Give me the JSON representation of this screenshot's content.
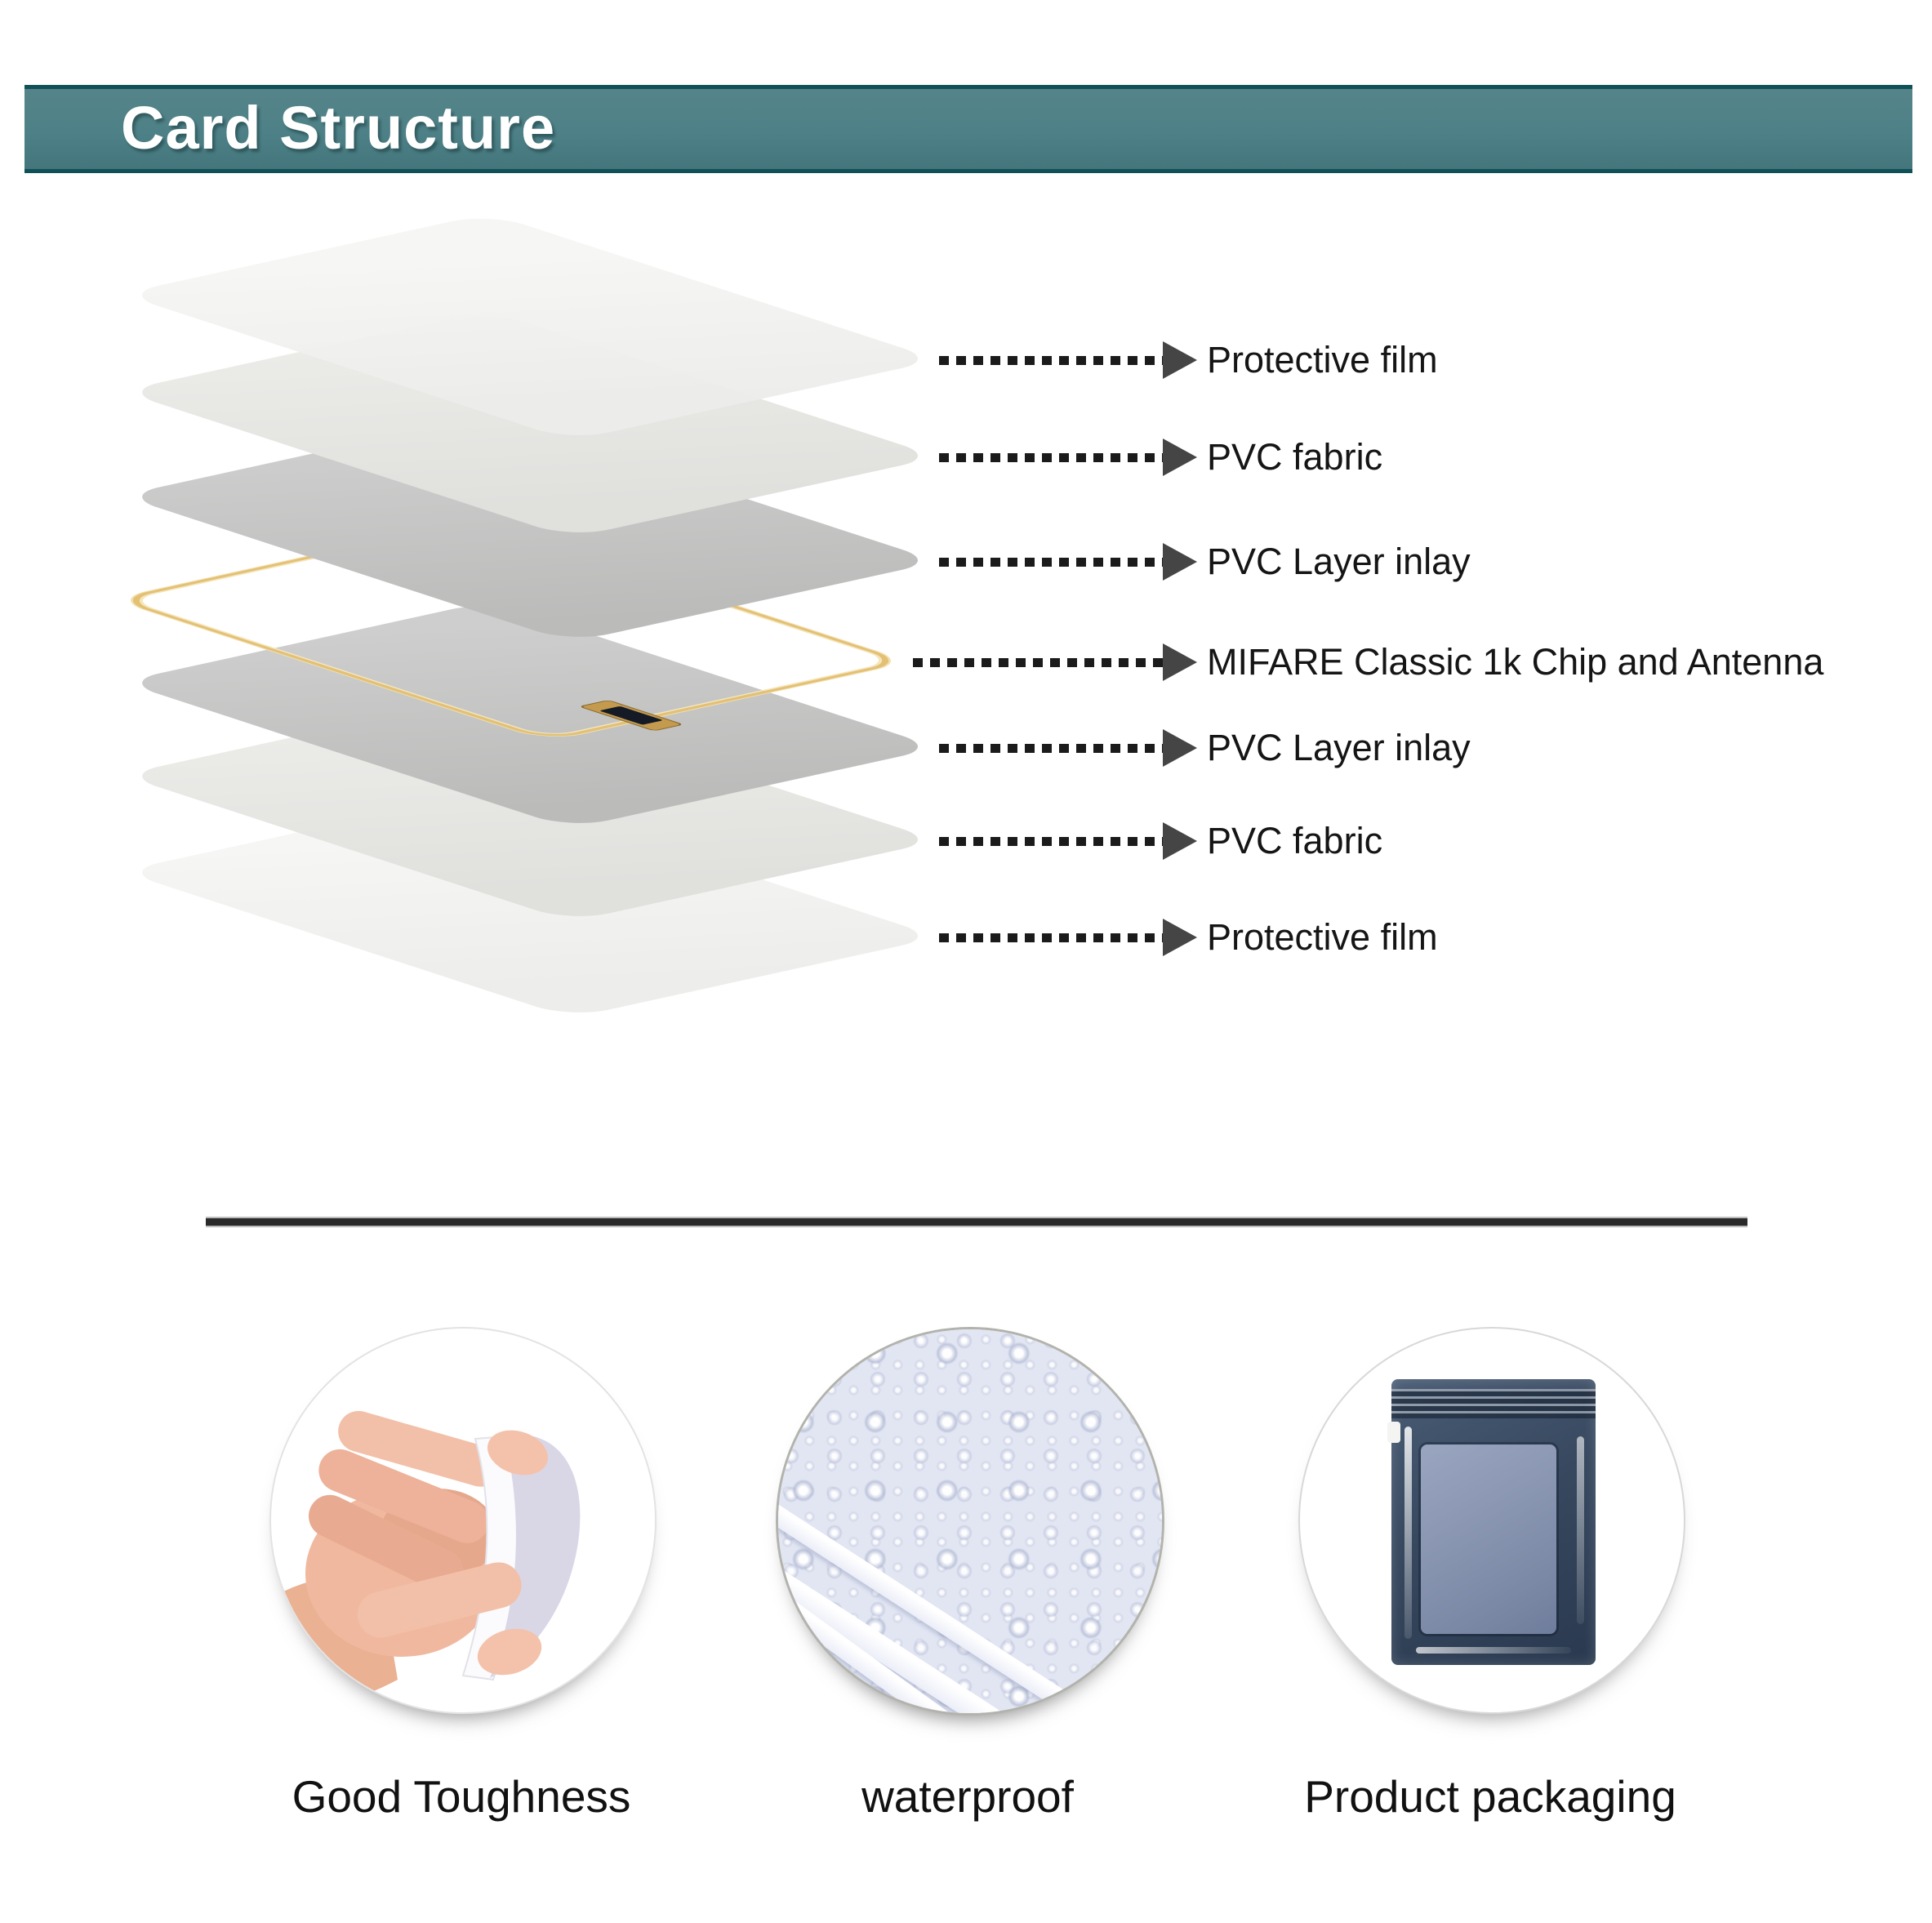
{
  "header": {
    "title": "Card Structure"
  },
  "diagram": {
    "rows": [
      {
        "label": "Protective film"
      },
      {
        "label": "PVC fabric"
      },
      {
        "label": "PVC Layer inlay"
      },
      {
        "label": "MIFARE Classic 1k Chip and Antenna"
      },
      {
        "label": "PVC Layer inlay"
      },
      {
        "label": "PVC fabric"
      },
      {
        "label": "Protective film"
      }
    ]
  },
  "features": [
    {
      "caption": "Good Toughness",
      "image": "hand-bending-card-photo"
    },
    {
      "caption": "waterproof",
      "image": "water-droplets-on-cards-photo"
    },
    {
      "caption": "Product packaging",
      "image": "ziplock-bag-with-cards-photo"
    }
  ],
  "colors": {
    "header_band": "#4d8187",
    "header_band_border": "#0f5157",
    "title_text": "#ffffff",
    "label_text": "#151515",
    "leader_dash": "#1b1b1b",
    "arrow": "#454545",
    "divider": "#2a2a2a",
    "layer_film": "#f2f2f0",
    "layer_fabric": "#e6e6e3",
    "layer_inlay": "#c4c4c3",
    "antenna_gold": "#e3c074",
    "chip_gold": "#c49b4e",
    "bag_blue": "#2a394f"
  }
}
